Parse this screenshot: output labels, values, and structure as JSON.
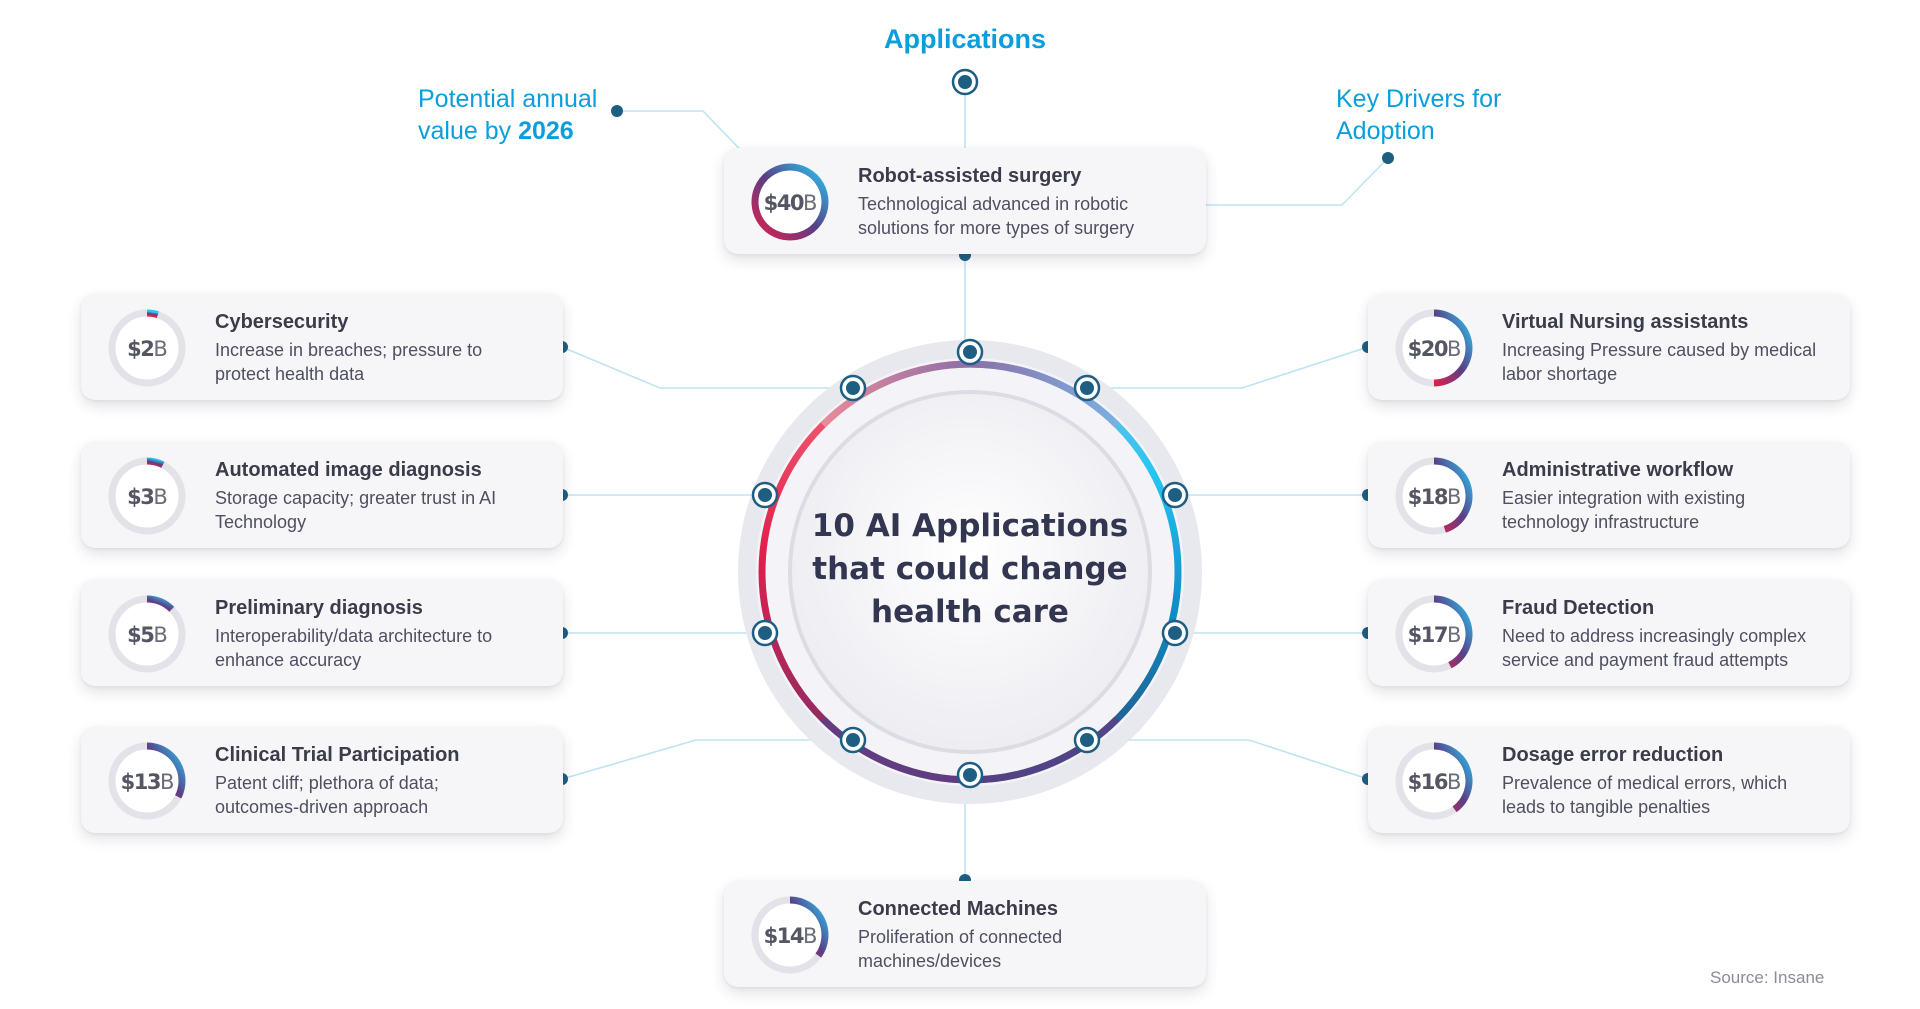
{
  "header": {
    "applications": "Applications",
    "potential_prefix": "Potential annual",
    "potential_line2": "value by ",
    "potential_year": "2026",
    "drivers_line1": "Key Drivers for",
    "drivers_line2": "Adoption"
  },
  "center": {
    "line1": "10 AI Applications",
    "line2": "that could change",
    "line3": "health care"
  },
  "cards": [
    {
      "id": "robot-assisted-surgery",
      "amount": "$40",
      "unit": "B",
      "value_billion": 40,
      "title": "Robot-assisted surgery",
      "desc1": "Technological advanced in robotic",
      "desc2": "solutions for more types of surgery"
    },
    {
      "id": "cybersecurity",
      "amount": "$2",
      "unit": "B",
      "value_billion": 2,
      "title": "Cybersecurity",
      "desc1": "Increase in breaches; pressure to",
      "desc2": "protect health data"
    },
    {
      "id": "automated-image-diagnosis",
      "amount": "$3",
      "unit": "B",
      "value_billion": 3,
      "title": "Automated image diagnosis",
      "desc1": "Storage capacity; greater trust in AI",
      "desc2": "Technology"
    },
    {
      "id": "preliminary-diagnosis",
      "amount": "$5",
      "unit": "B",
      "value_billion": 5,
      "title": "Preliminary diagnosis",
      "desc1": "Interoperability/data architecture to",
      "desc2": "enhance accuracy"
    },
    {
      "id": "clinical-trial-participation",
      "amount": "$13",
      "unit": "B",
      "value_billion": 13,
      "title": "Clinical Trial Participation",
      "desc1": "Patent cliff; plethora of data;",
      "desc2": "outcomes-driven approach"
    },
    {
      "id": "virtual-nursing-assistants",
      "amount": "$20",
      "unit": "B",
      "value_billion": 20,
      "title": "Virtual Nursing assistants",
      "desc1": "Increasing Pressure caused by medical",
      "desc2": "labor shortage"
    },
    {
      "id": "administrative-workflow",
      "amount": "$18",
      "unit": "B",
      "value_billion": 18,
      "title": "Administrative workflow",
      "desc1": "Easier integration with existing",
      "desc2": "technology infrastructure"
    },
    {
      "id": "fraud-detection",
      "amount": "$17",
      "unit": "B",
      "value_billion": 17,
      "title": "Fraud Detection",
      "desc1": "Need to address increasingly complex",
      "desc2": "service and payment fraud attempts"
    },
    {
      "id": "dosage-error-reduction",
      "amount": "$16",
      "unit": "B",
      "value_billion": 16,
      "title": "Dosage error reduction",
      "desc1": "Prevalence of medical errors, which",
      "desc2": "leads to tangible penalties"
    },
    {
      "id": "connected-machines",
      "amount": "$14",
      "unit": "B",
      "value_billion": 14,
      "title": "Connected Machines",
      "desc1": "Proliferation of connected",
      "desc2": "machines/devices"
    }
  ],
  "source": "Source: Insane",
  "colors": {
    "accent_blue": "#0a9fdc",
    "ring_red": "#e21f4c",
    "ring_purple": "#5a3f86",
    "ring_cyan": "#29c6f2",
    "node_dark": "#1d5e82",
    "connector": "#b8e2f2"
  }
}
